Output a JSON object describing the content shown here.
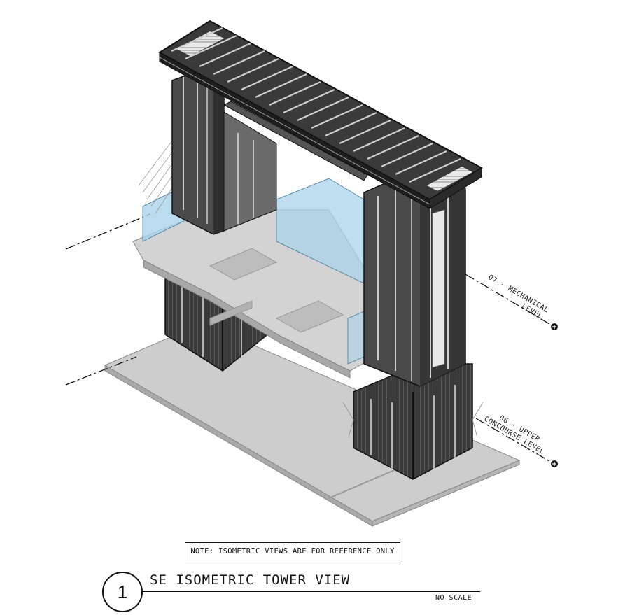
{
  "drawing": {
    "note": "NOTE: ISOMETRIC VIEWS ARE FOR REFERENCE ONLY",
    "view_number": "1",
    "view_title": "SE ISOMETRIC TOWER VIEW",
    "scale": "NO SCALE",
    "levels": [
      {
        "line1": "07 - MECHANICAL",
        "line2": "LEVEL"
      },
      {
        "line1": "06 - UPPER",
        "line2": "CONCOURSE LEVEL"
      }
    ]
  },
  "colors": {
    "ink": "#111111",
    "steel": "#2b2b2b",
    "slab": "#cfcfcf",
    "glass": "#a9d3ea"
  }
}
